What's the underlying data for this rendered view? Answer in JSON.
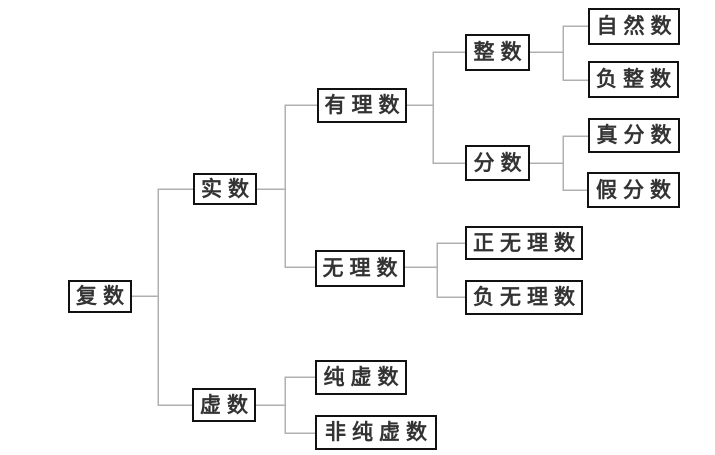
{
  "diagram": {
    "type": "tree",
    "orientation": "left-to-right",
    "background": "#ffffff",
    "line_color": "#b0b0b0",
    "box_border_color": "#111111",
    "text_color": "#333333",
    "root_label": "复数",
    "nodes": [
      {
        "id": "complex",
        "label": "复数",
        "children": [
          "real",
          "imaginary"
        ]
      },
      {
        "id": "real",
        "label": "实数",
        "children": [
          "rational",
          "irrational"
        ]
      },
      {
        "id": "rational",
        "label": "有理数",
        "children": [
          "integer",
          "fraction"
        ]
      },
      {
        "id": "integer",
        "label": "整数",
        "children": [
          "natural",
          "negative-integer"
        ]
      },
      {
        "id": "natural",
        "label": "自然数",
        "children": []
      },
      {
        "id": "negative-integer",
        "label": "负整数",
        "children": []
      },
      {
        "id": "fraction",
        "label": "分数",
        "children": [
          "proper-fraction",
          "improper-fraction"
        ]
      },
      {
        "id": "proper-fraction",
        "label": "真分数",
        "children": []
      },
      {
        "id": "improper-fraction",
        "label": "假分数",
        "children": []
      },
      {
        "id": "irrational",
        "label": "无理数",
        "children": [
          "positive-irrational",
          "negative-irrational"
        ]
      },
      {
        "id": "positive-irrational",
        "label": "正无理数",
        "children": []
      },
      {
        "id": "negative-irrational",
        "label": "负无理数",
        "children": []
      },
      {
        "id": "imaginary",
        "label": "虚数",
        "children": [
          "pure-imaginary",
          "non-pure-imaginary"
        ]
      },
      {
        "id": "pure-imaginary",
        "label": "纯虚数",
        "children": []
      },
      {
        "id": "non-pure-imaginary",
        "label": "非纯虚数",
        "children": []
      }
    ]
  }
}
